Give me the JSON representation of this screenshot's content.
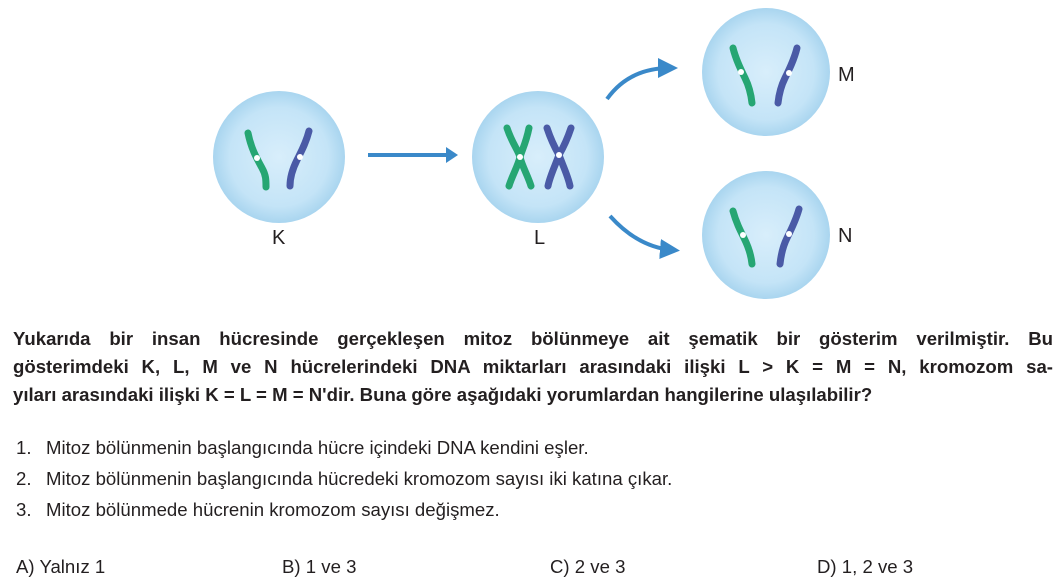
{
  "diagram": {
    "labels": {
      "k": "K",
      "l": "L",
      "m": "M",
      "n": "N"
    },
    "colors": {
      "cell_fill": "#bfe1f6",
      "cell_edge": "#9fcdea",
      "chromosome_green": "#26a673",
      "chromosome_blue": "#4a5aa6",
      "arrow": "#3a89c9"
    }
  },
  "question": {
    "lines": [
      "Yukarıda bir insan hücresinde gerçekleşen mitoz bölünmeye ait şematik bir gösterim verilmiştir. Bu",
      "gösterimdeki K, L, M ve N hücrelerindeki DNA miktarları arasındaki ilişki L > K = M = N, kromozom sa-",
      "yıları arasındaki ilişki K = L = M = N'dir. Buna göre aşağıdaki yorumlardan hangilerine ulaşılabilir?"
    ]
  },
  "statements": [
    {
      "num": "1.",
      "text": "Mitoz bölünmenin başlangıcında hücre içindeki DNA kendini eşler."
    },
    {
      "num": "2.",
      "text": "Mitoz bölünmenin başlangıcında hücredeki kromozom sayısı iki katına çıkar."
    },
    {
      "num": "3.",
      "text": "Mitoz bölünmede hücrenin kromozom sayısı değişmez."
    }
  ],
  "options": [
    {
      "letter": "A)",
      "text": "Yalnız 1"
    },
    {
      "letter": "B)",
      "text": "1 ve 3"
    },
    {
      "letter": "C)",
      "text": "2 ve 3"
    },
    {
      "letter": "D)",
      "text": "1, 2 ve 3"
    }
  ]
}
